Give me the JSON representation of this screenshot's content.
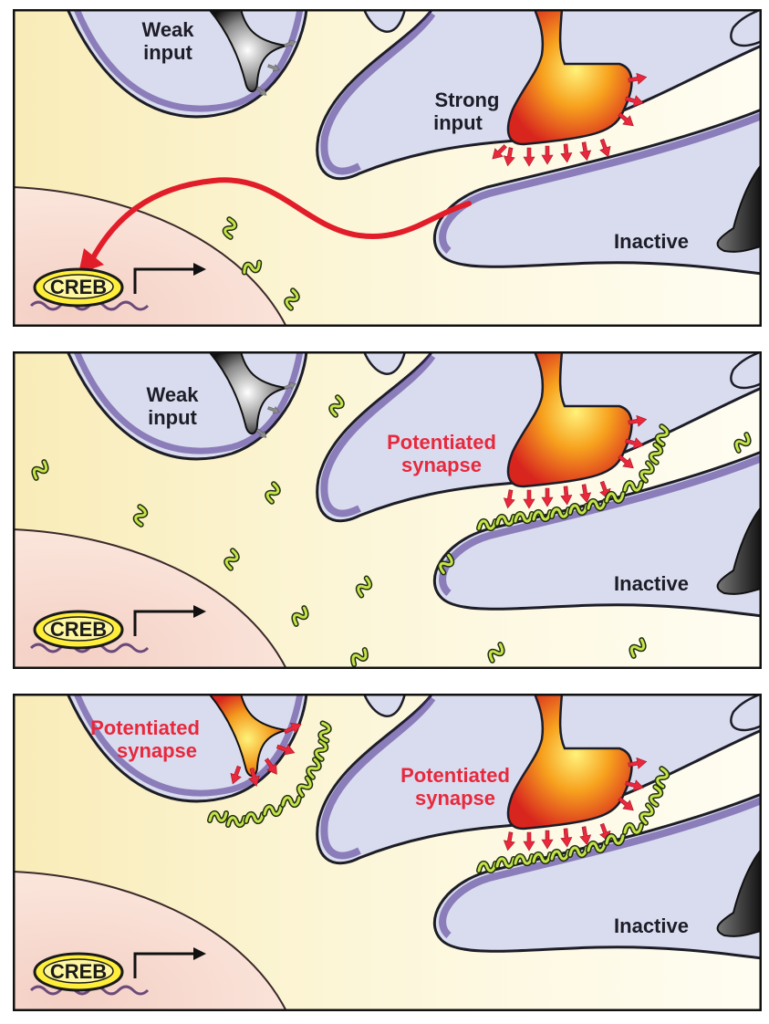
{
  "panels": [
    {
      "weak_label": [
        "Weak",
        "input"
      ],
      "strong_label": [
        "Strong",
        "input"
      ],
      "inactive_label": "Inactive",
      "creb_label": "CREB"
    },
    {
      "weak_label": [
        "Weak",
        "input"
      ],
      "strong_label": [
        "Potentiated",
        "synapse"
      ],
      "inactive_label": "Inactive",
      "creb_label": "CREB"
    },
    {
      "weak_label": [
        "Potentiated",
        "synapse"
      ],
      "strong_label": [
        "Potentiated",
        "synapse"
      ],
      "inactive_label": "Inactive",
      "creb_label": "CREB"
    }
  ],
  "colors": {
    "cytoplasm": "#fbf2c8",
    "nucleus": "#f6d6cc",
    "dendrite": "#d9dcef",
    "dendrite_edge": "#4b2f8c",
    "potentiated_label": "#e8283c",
    "signal": "#e21d2a",
    "mrna": "#c6e44a"
  },
  "icons": [
    "creb-protein-icon",
    "transcription-arrow-icon",
    "mrna-icon",
    "presynaptic-terminal-icon"
  ]
}
